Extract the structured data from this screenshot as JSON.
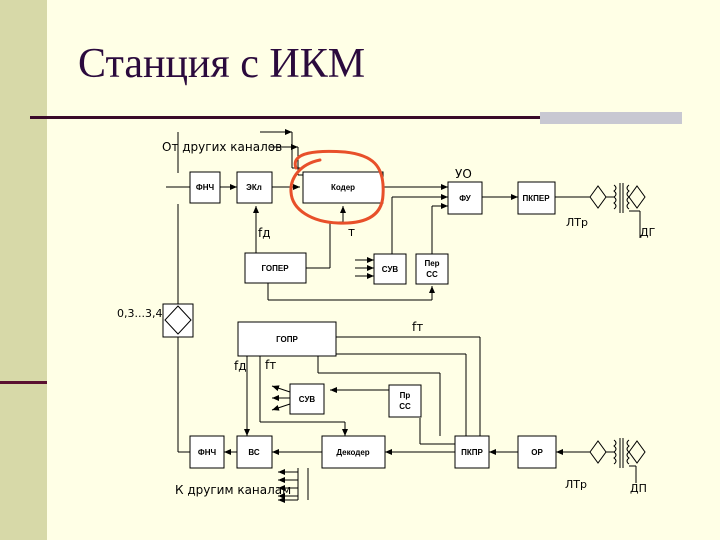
{
  "title": "Станция с ИКМ",
  "blocks": {
    "fnch_top": "ФНЧ",
    "ekl": "ЭКл",
    "koder": "Кодер",
    "fu": "ФУ",
    "pk_per": "ПКПЕР",
    "go_per": "ГОПЕР",
    "suv_top": "СУВ",
    "per_ss": [
      "Пер",
      "СС"
    ],
    "go_pr": "ГОПР",
    "suv_bottom": "СУВ",
    "pr_ss": [
      "Пр",
      "СС"
    ],
    "fnch_bottom": "ФНЧ",
    "vs": "ВС",
    "dekoder": "Декодер",
    "pk_pr": "ПКПР",
    "or": "ОР"
  },
  "labels": {
    "from_other_channels": "От других каналов",
    "to_other_channels": "К другим каналам",
    "uo": "УО",
    "fd_top": "fд",
    "t_top": "т",
    "ltr_top": "ЛТр",
    "dg": "ДГ",
    "freq_range": "0,3...3,4",
    "ft_right": "fт",
    "fd_mid": "fд",
    "ft_mid": "fт",
    "ltr_bottom": "ЛТр",
    "dp": "ДП"
  },
  "colors": {
    "background": "#ffffe6",
    "left_band": "#d7d9a8",
    "title_text": "#2b0a3d",
    "highlight_circle": "#e8502a"
  }
}
